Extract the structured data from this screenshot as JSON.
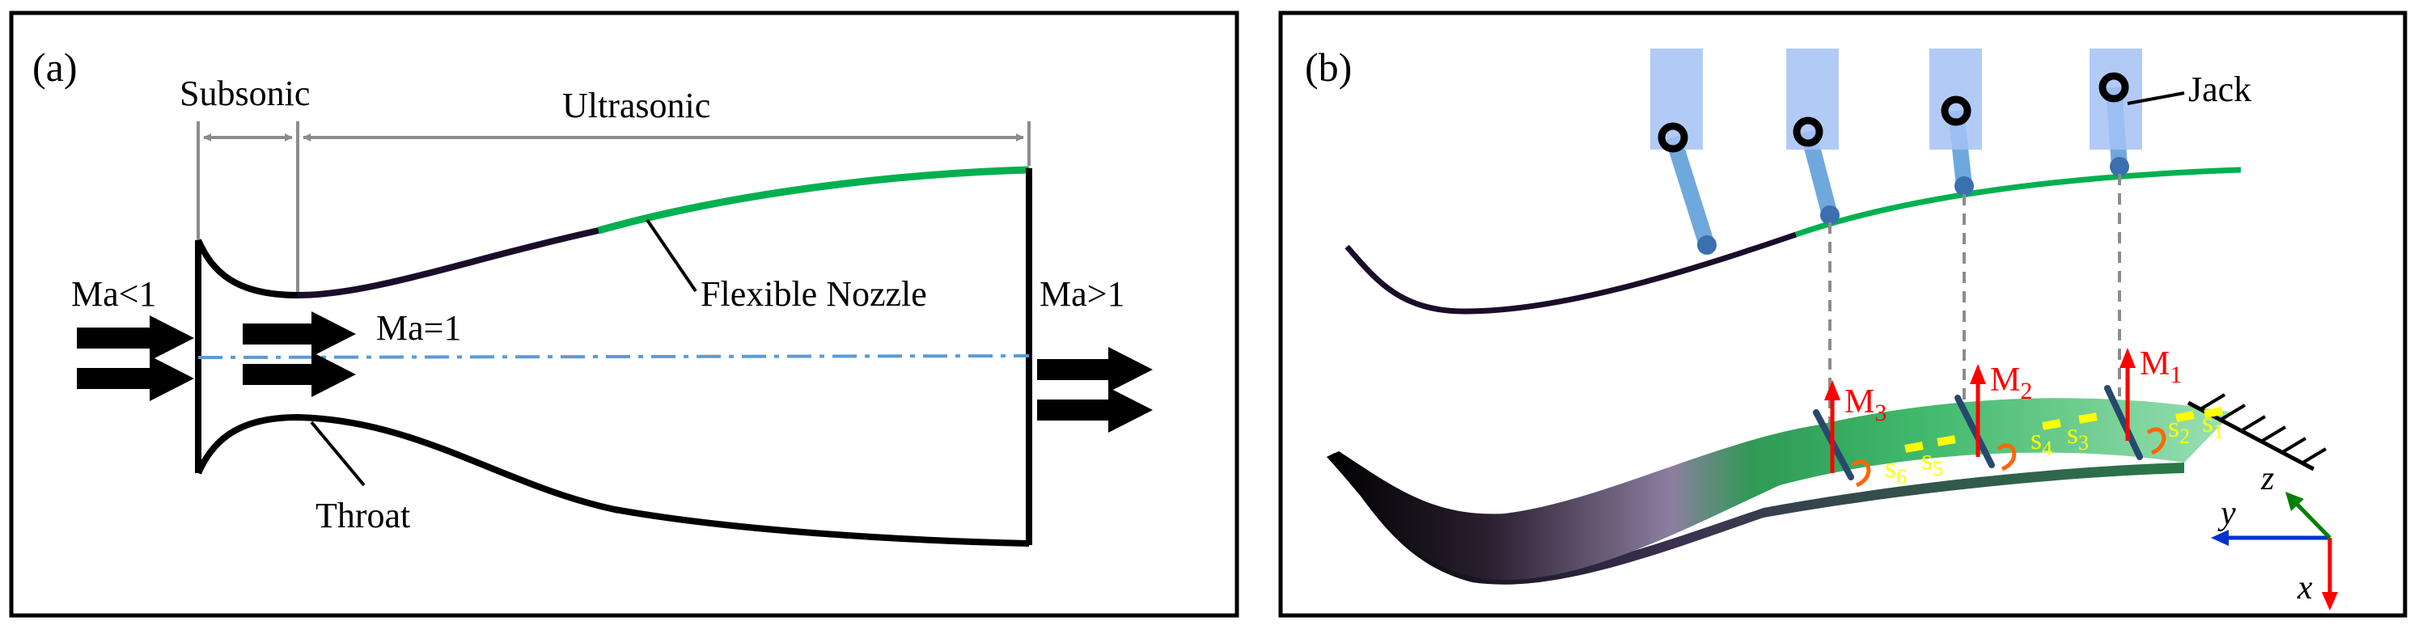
{
  "panel_a": {
    "label": "(a)",
    "subsonic": "Subsonic",
    "ultrasonic": "Ultrasonic",
    "ma_in": "Ma<1",
    "ma_throat": "Ma=1",
    "ma_out": "Ma>1",
    "flexible_nozzle": "Flexible Nozzle",
    "throat": "Throat"
  },
  "panel_b": {
    "label": "(b)",
    "jack": "Jack",
    "moments": {
      "m1": "1",
      "m2": "2",
      "m3": "3",
      "m_prefix": "M"
    },
    "segments": {
      "prefix": "s",
      "s1": "1",
      "s2": "2",
      "s3": "3",
      "s4": "4",
      "s5": "5",
      "s6": "6"
    },
    "axes": {
      "x": "x",
      "y": "y",
      "z": "z"
    }
  },
  "colors": {
    "frame": "#000000",
    "flexible": "#00b050",
    "centerline": "#5b9bd5",
    "jack": "#6fa8dc",
    "jack_pivot": "#3a6fb0",
    "moment": "#ff0000",
    "segment": "#ffff00",
    "axis_x": "#ff0000",
    "axis_y": "#0033cc",
    "axis_z": "#008000"
  }
}
